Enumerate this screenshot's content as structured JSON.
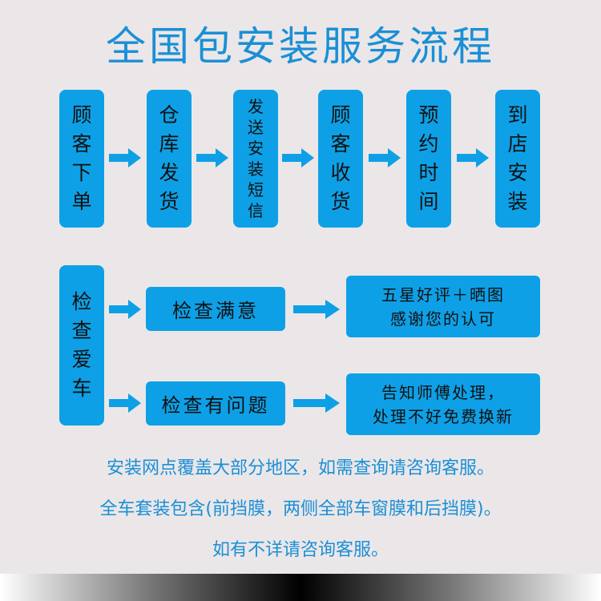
{
  "title": "全国包安装服务流程",
  "steps": [
    "顾客下单",
    "仓库发货",
    "发送安装短信",
    "顾客收货",
    "预约时间",
    "到店安装"
  ],
  "check": {
    "label": "检查爱车",
    "ok": "检查满意",
    "problem": "检查有问题",
    "ok_result": [
      "五星好评＋晒图",
      "感谢您的认可"
    ],
    "problem_result": [
      "告知师傅处理，",
      "处理不好免费换新"
    ]
  },
  "notes": [
    "安装网点覆盖大部分地区，如需查询请咨询客服。",
    "全车套装包含(前挡膜，两侧全部车窗膜和后挡膜)。",
    "如有不详请咨询客服。"
  ],
  "colors": {
    "box": "#0ea0e6",
    "text_blue": "#1b8fd6",
    "background": "#ebe7e8"
  }
}
